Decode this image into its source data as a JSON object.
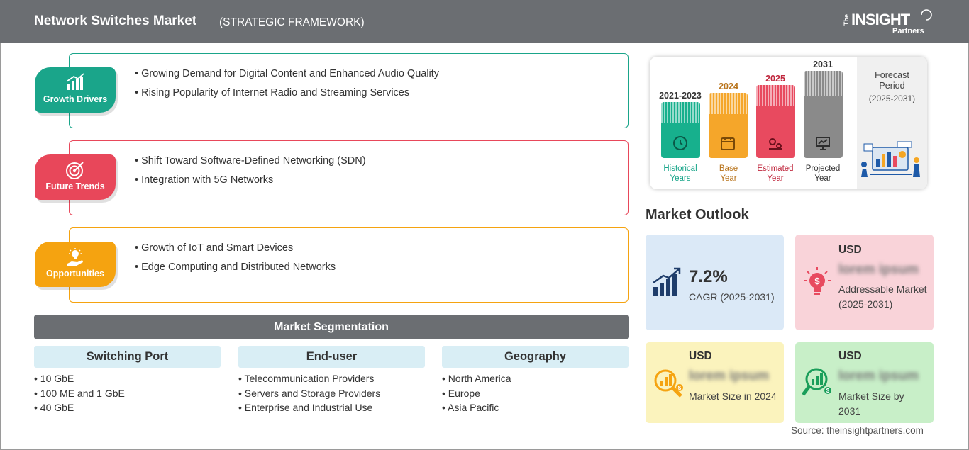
{
  "header": {
    "title": "Network Switches Market",
    "subtitle": "(STRATEGIC FRAMEWORK)",
    "logo": {
      "the": "The",
      "word": "INSIGHT",
      "sub": "Partners"
    }
  },
  "categories": [
    {
      "label": "Growth Drivers",
      "color": "#1aa58a",
      "icon": "bar-chart-up-icon",
      "items": [
        "Growing Demand for Digital Content and Enhanced Audio Quality",
        "Rising Popularity of Internet Radio and Streaming Services"
      ]
    },
    {
      "label": "Future Trends",
      "color": "#e8475a",
      "icon": "target-icon",
      "items": [
        "Shift Toward Software-Defined Networking (SDN)",
        "Integration with 5G Networks"
      ]
    },
    {
      "label": "Opportunities",
      "color": "#f5a310",
      "icon": "lightbulb-hand-icon",
      "items": [
        "Growth of IoT and Smart Devices",
        "Edge Computing and Distributed Networks"
      ]
    }
  ],
  "segmentation": {
    "title": "Market Segmentation",
    "columns": [
      {
        "heading": "Switching Port",
        "items": [
          "10 GbE",
          "100 ME and 1 GbE",
          "40 GbE"
        ]
      },
      {
        "heading": "End-user",
        "items": [
          "Telecommunication Providers",
          "Servers and Storage Providers",
          "Enterprise and Industrial Use"
        ]
      },
      {
        "heading": "Geography",
        "items": [
          "North America",
          "Europe",
          "Asia Pacific"
        ]
      }
    ]
  },
  "timeline": {
    "forecast_title": "Forecast Period",
    "forecast_range": "(2025-2031)",
    "bars": [
      {
        "year": "2021-2023",
        "caption_1": "Historical",
        "caption_2": "Years",
        "color": "#17b08d",
        "year_color": "#17a589",
        "icon": "history-clock-icon"
      },
      {
        "year": "2024",
        "caption_1": "Base",
        "caption_2": "Year",
        "color": "#f5a62a",
        "year_color": "#b8731a",
        "icon": "calendar-icon"
      },
      {
        "year": "2025",
        "caption_1": "Estimated",
        "caption_2": "Year",
        "color": "#e84a5f",
        "year_color": "#c0283e",
        "icon": "gears-chart-icon"
      },
      {
        "year": "2031",
        "caption_1": "Projected",
        "caption_2": "Year",
        "color": "#8a8a8a",
        "year_color": "#333333",
        "icon": "presentation-chart-icon"
      }
    ]
  },
  "outlook": {
    "title": "Market Outlook",
    "cagr": {
      "value": "7.2%",
      "label": "CAGR (2025-2031)",
      "bg": "#dbe9f7"
    },
    "addressable": {
      "usd": "USD",
      "value": "lorem ipsum",
      "label": "Addressable Market (2025-2031)",
      "bg": "#f9d3d9"
    },
    "size_2024": {
      "usd": "USD",
      "value": "lorem ipsum",
      "label": "Market Size in 2024",
      "bg": "#fbf3bd"
    },
    "size_2031": {
      "usd": "USD",
      "value": "lorem ipsum",
      "label": "Market Size by 2031",
      "bg": "#c8efc8"
    }
  },
  "source": "Source: theinsightpartners.com"
}
